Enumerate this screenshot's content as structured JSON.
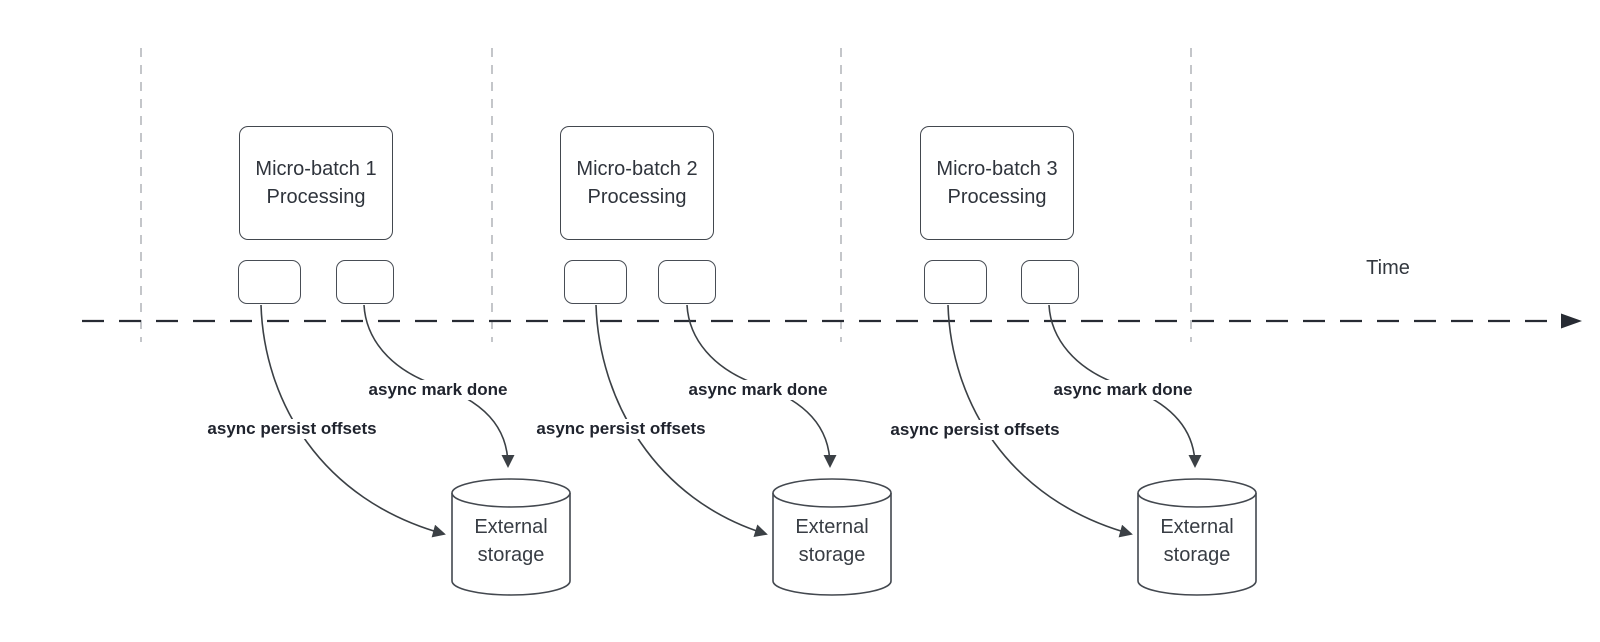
{
  "diagram": {
    "title_hint": "micro-batch async checkpointing timeline",
    "time_axis_label": "Time",
    "groups": [
      {
        "box_label": "Micro-batch 1 Processing",
        "persist_arrow_label": "async persist offsets",
        "mark_arrow_label": "async mark done",
        "storage_label": "External storage"
      },
      {
        "box_label": "Micro-batch 2 Processing",
        "persist_arrow_label": "async persist offsets",
        "mark_arrow_label": "async mark done",
        "storage_label": "External storage"
      },
      {
        "box_label": "Micro-batch 3 Processing",
        "persist_arrow_label": "async persist offsets",
        "mark_arrow_label": "async mark done",
        "storage_label": "External storage"
      }
    ],
    "colors": {
      "background": "#ffffff",
      "shape_stroke": "#42474e",
      "box_text": "#2f343c",
      "arrow_stroke": "#3b4045",
      "arrow_label_text": "#20242e",
      "guide_line": "#b6b8bc",
      "time_axis": "#272b33"
    }
  }
}
